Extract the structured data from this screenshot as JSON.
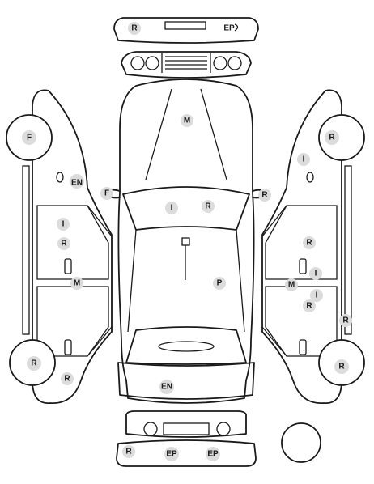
{
  "badges": {
    "front_bumper_r": "R",
    "front_bumper_ep": "EP",
    "roof_m": "M",
    "left_front_wheel_f": "F",
    "left_en": "EN",
    "left_mirror_f": "F",
    "right_mirror_r": "R",
    "windshield_i": "I",
    "windshield_r": "R",
    "left_door_i": "I",
    "left_door_r": "R",
    "left_m": "M",
    "left_rear_wheel_r": "R",
    "left_bottom_r": "R",
    "hood_p": "P",
    "rear_en": "EN",
    "rear_bumper_r": "R",
    "rear_bumper_ep1": "EP",
    "rear_bumper_ep2": "EP",
    "right_front_wheel_r": "R",
    "right_i": "I",
    "right_door_r": "R",
    "right_door_i1": "I",
    "right_m": "M",
    "right_door_i2": "I",
    "right_door_r2": "R",
    "right_fender_r": "R",
    "right_rear_wheel_r": "R"
  }
}
